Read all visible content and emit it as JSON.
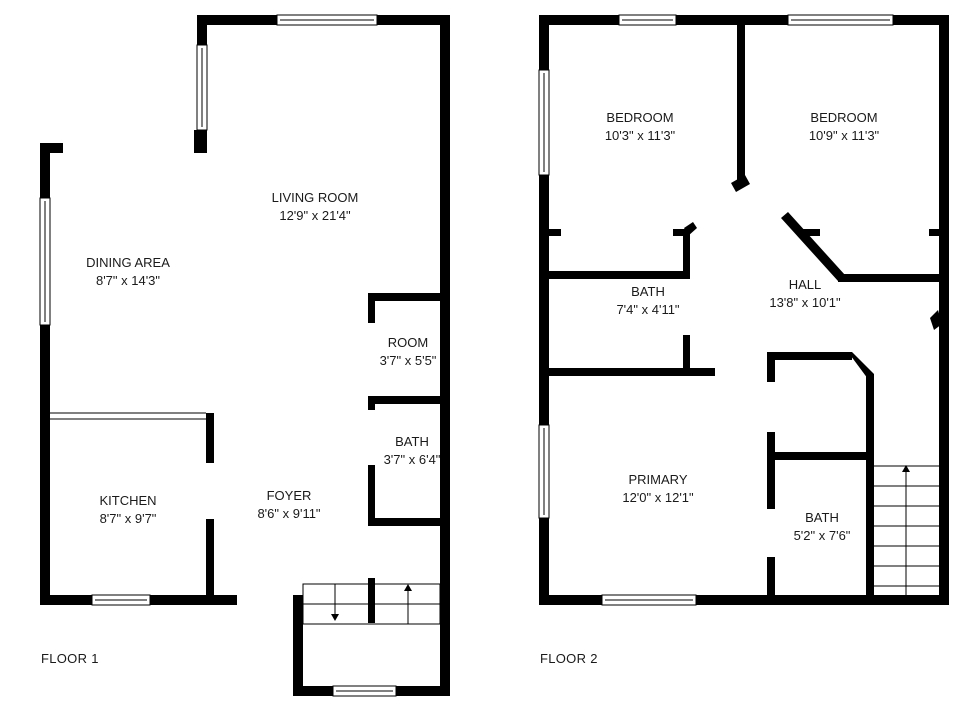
{
  "floors": [
    {
      "label": "FLOOR 1",
      "rooms": [
        {
          "name": "LIVING ROOM",
          "dims": "12'9\" x 21'4\""
        },
        {
          "name": "DINING AREA",
          "dims": "8'7\" x 14'3\""
        },
        {
          "name": "KITCHEN",
          "dims": "8'7\" x 9'7\""
        },
        {
          "name": "FOYER",
          "dims": "8'6\" x 9'11\""
        },
        {
          "name": "ROOM",
          "dims": "3'7\" x 5'5\""
        },
        {
          "name": "BATH",
          "dims": "3'7\" x 6'4\""
        }
      ]
    },
    {
      "label": "FLOOR 2",
      "rooms": [
        {
          "name": "BEDROOM",
          "dims": "10'3\" x 11'3\""
        },
        {
          "name": "BEDROOM",
          "dims": "10'9\" x 11'3\""
        },
        {
          "name": "BATH",
          "dims": "7'4\" x 4'11\""
        },
        {
          "name": "HALL",
          "dims": "13'8\" x 10'1\""
        },
        {
          "name": "PRIMARY",
          "dims": "12'0\" x 12'1\""
        },
        {
          "name": "BATH",
          "dims": "5'2\" x 7'6\""
        }
      ]
    }
  ],
  "colors": {
    "wall": "#000000",
    "background": "#ffffff",
    "window": "#ffffff",
    "line": "#1a1a1a"
  }
}
